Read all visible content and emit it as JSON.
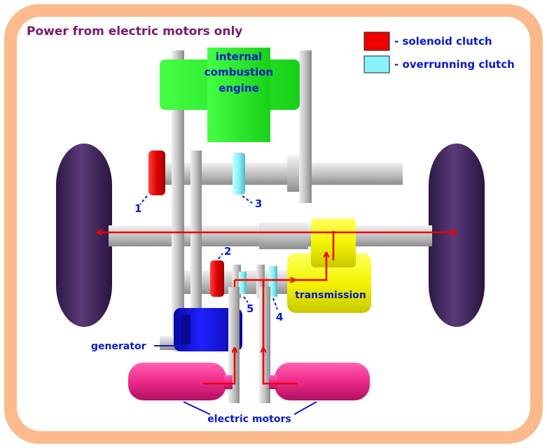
{
  "title": "Power from electric motors only",
  "legend": {
    "items": [
      {
        "label": "- solenoid clutch",
        "color": "#ee0000"
      },
      {
        "label": "- overrunning clutch",
        "color": "#88f4f8"
      }
    ]
  },
  "components": {
    "engine_line1": "internal",
    "engine_line2": "combustion",
    "engine_line3": "engine",
    "transmission": "transmission",
    "generator": "generator",
    "electric_motors": "electric motors"
  },
  "clutch_numbers": [
    "1",
    "2",
    "3",
    "4",
    "5"
  ],
  "colors": {
    "frame": "#fbb98c",
    "title": "#7a1a6e",
    "label_blue": "#0a1ac8",
    "power_flow": "#ee0000",
    "engine": "#22ee22",
    "engine_dark": "#10b810",
    "transmission": "#ffff00",
    "generator": "#1010e0",
    "motors": "#ee2a8a",
    "wheels": "#4a2a66",
    "shaft": "#c8c8c8"
  }
}
